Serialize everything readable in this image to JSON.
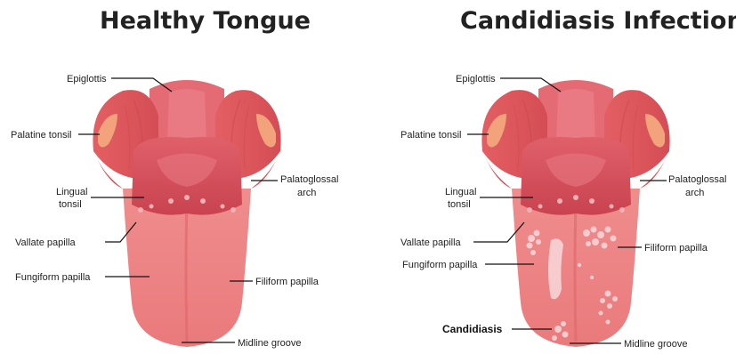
{
  "titles": {
    "healthy": "Healthy Tongue",
    "infected": "Candidiasis Infection"
  },
  "healthy_labels": {
    "epiglottis": "Epiglottis",
    "palatine_tonsil": "Palatine tonsil",
    "lingual_tonsil_line1": "Lingual",
    "lingual_tonsil_line2": "tonsil",
    "palatoglossal_line1": "Palatoglossal",
    "palatoglossal_line2": "arch",
    "vallate_papilla": "Vallate papilla",
    "fungiform_papilla": "Fungiform papilla",
    "filiform_papilla": "Filiform papilla",
    "midline_groove": "Midline groove"
  },
  "infected_labels": {
    "epiglottis": "Epiglottis",
    "palatine_tonsil": "Palatine tonsil",
    "lingual_tonsil_line1": "Lingual",
    "lingual_tonsil_line2": "tonsil",
    "palatoglossal_line1": "Palatoglossal",
    "palatoglossal_line2": "arch",
    "vallate_papilla": "Vallate papilla",
    "fungiform_papilla": "Fungiform papilla",
    "filiform_papilla": "Filiform papilla",
    "candidiasis": "Candidiasis",
    "midline_groove": "Midline groove"
  },
  "colors": {
    "tongue": "#eb7f80",
    "tongue_light": "#f29a99",
    "tonsil_body": "#df5a5e",
    "tonsil_patch": "#f2a37c",
    "epiglottis": "#e46b74",
    "base": "#d34c59",
    "plaque": "#f7d0d3"
  }
}
